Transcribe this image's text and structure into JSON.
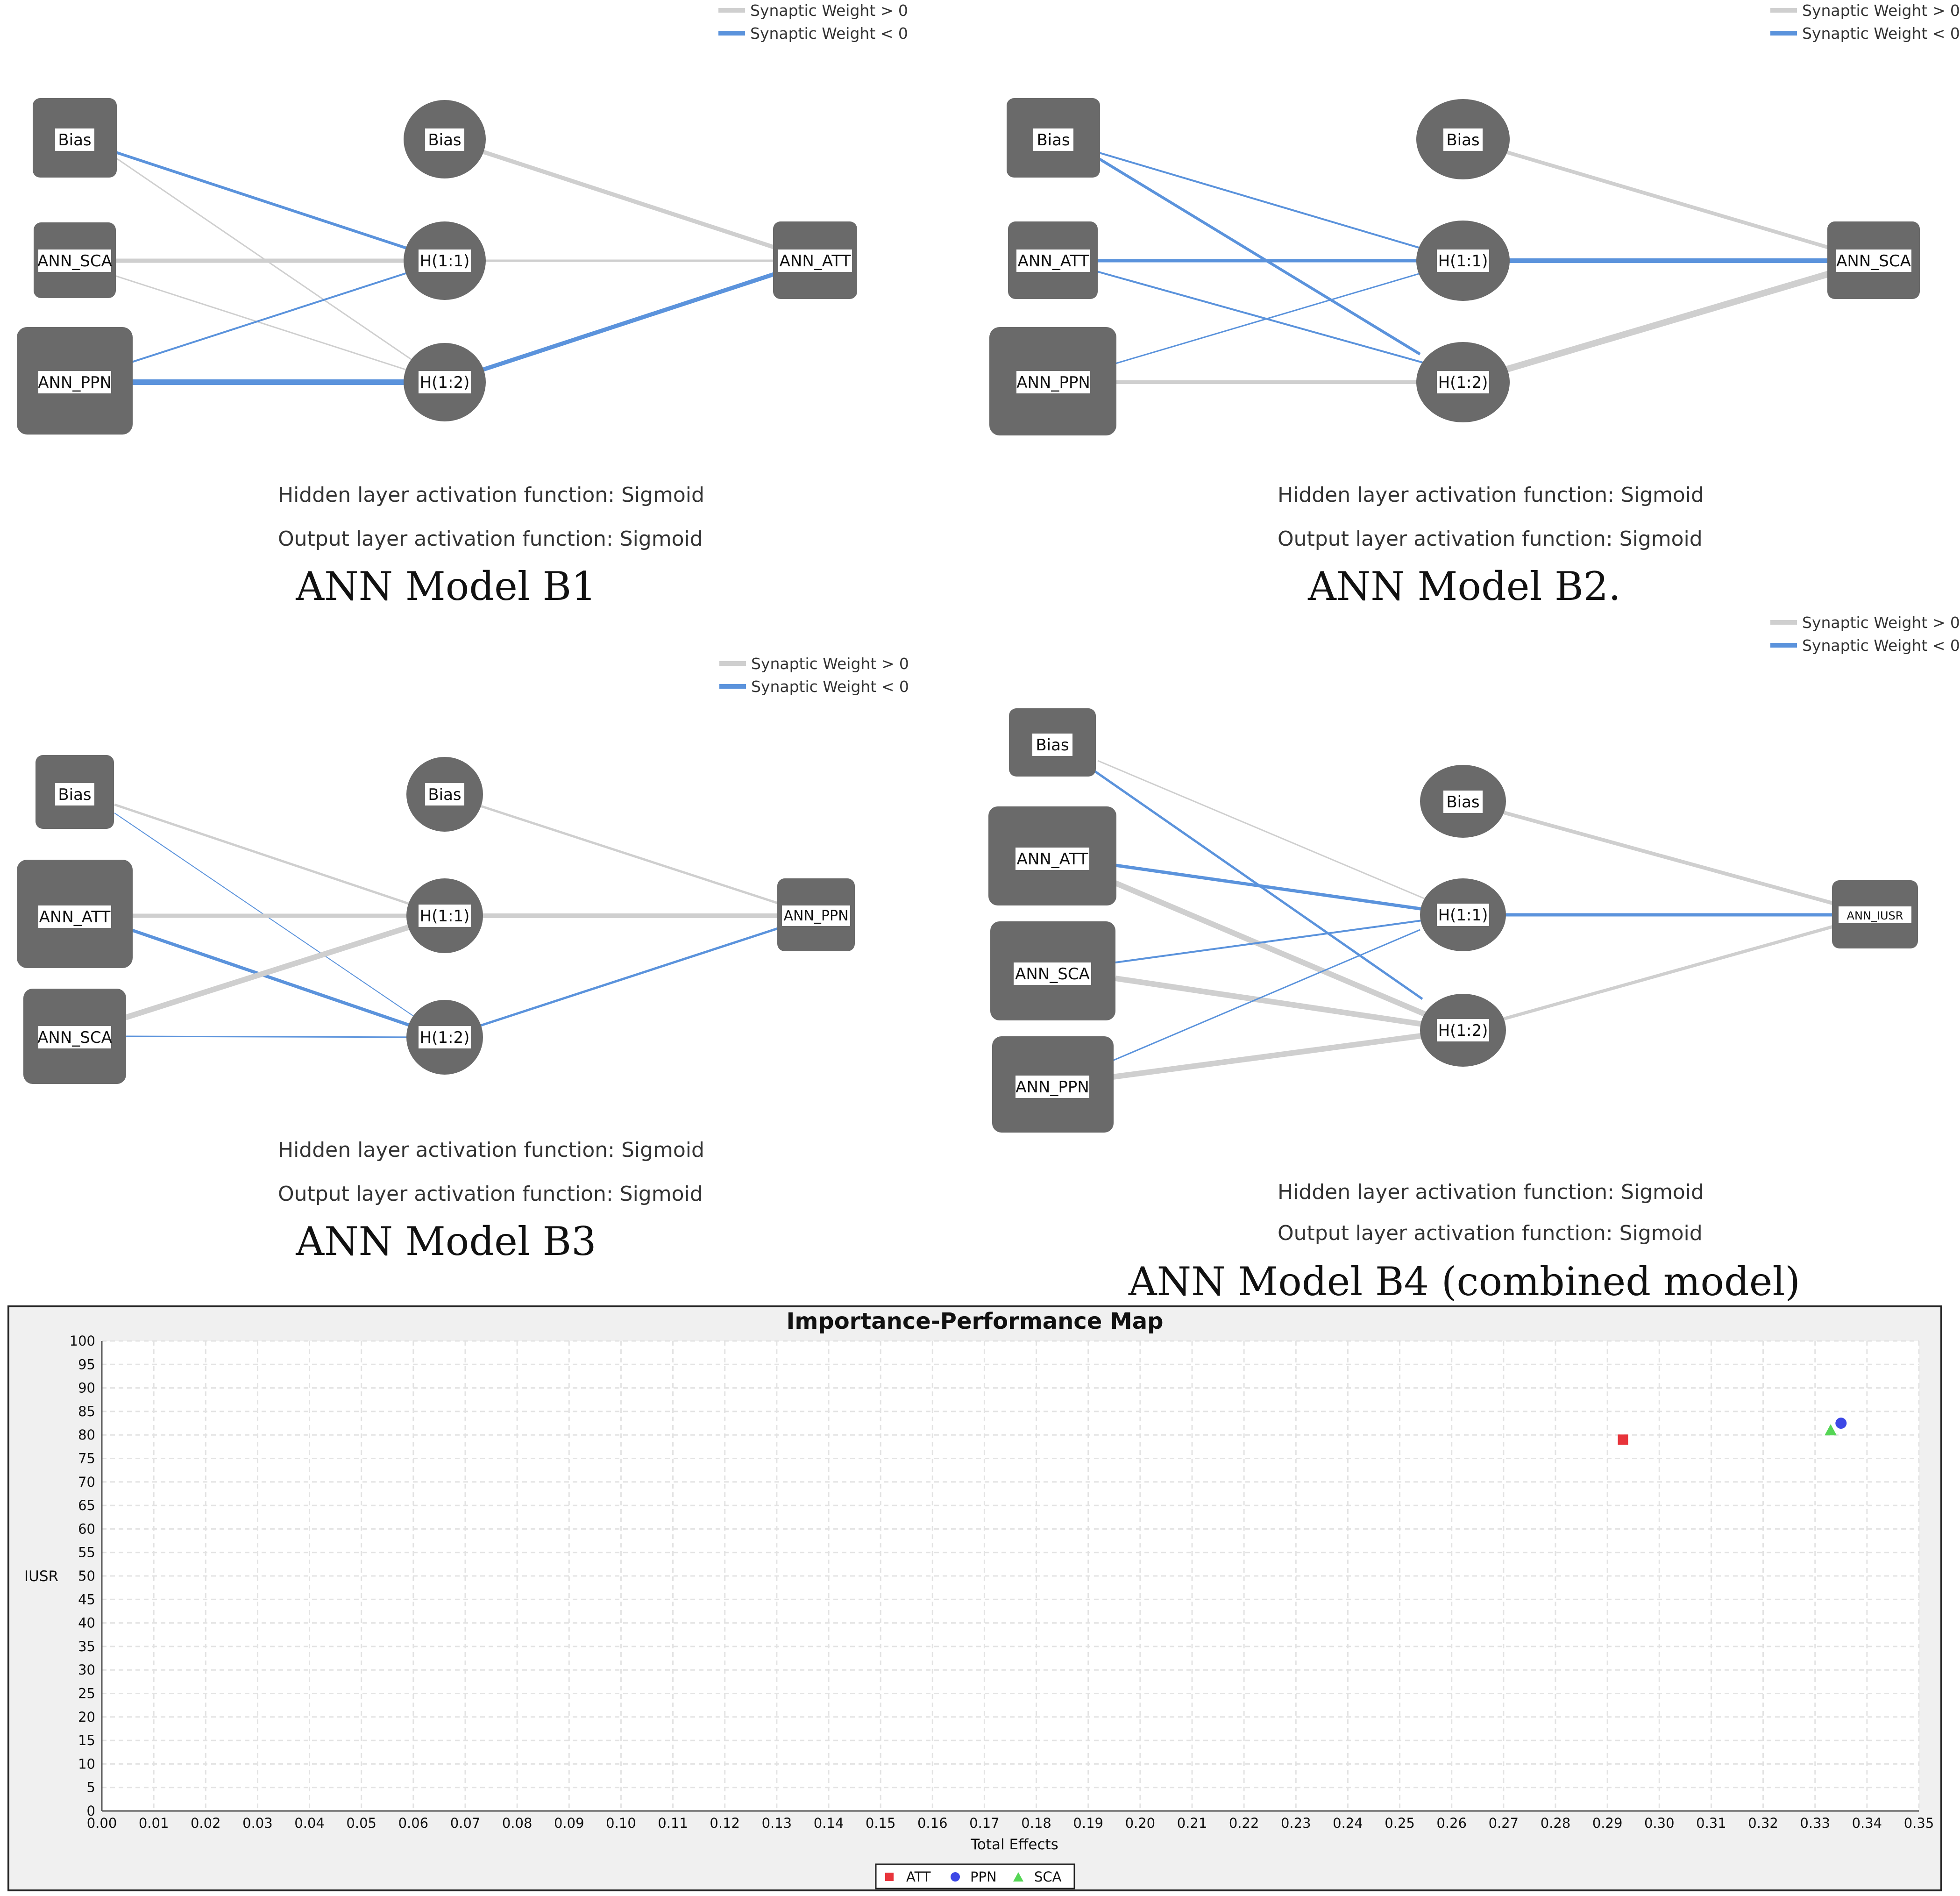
{
  "legend": {
    "positive": "Synaptic Weight > 0",
    "negative": "Synaptic Weight < 0"
  },
  "colors": {
    "node": "#6a6a6a",
    "positive_weight": "#cfcfcf",
    "negative_weight": "#5b93dc"
  },
  "models": [
    {
      "caption": "ANN Model B1",
      "hidden_activation": "Hidden layer activation function: Sigmoid",
      "output_activation": "Output layer activation function: Sigmoid",
      "inputs": [
        "Bias",
        "ANN_SCA",
        "ANN_PPN"
      ],
      "hidden": [
        "Bias",
        "H(1:1)",
        "H(1:2)"
      ],
      "output": "ANN_ATT",
      "connections": [
        {
          "from": "Bias",
          "to": "H(1:1)",
          "sign": "negative",
          "weight": 2
        },
        {
          "from": "Bias",
          "to": "H(1:2)",
          "sign": "positive",
          "weight": 1
        },
        {
          "from": "ANN_SCA",
          "to": "H(1:1)",
          "sign": "positive",
          "weight": 2
        },
        {
          "from": "ANN_SCA",
          "to": "H(1:2)",
          "sign": "positive",
          "weight": 1
        },
        {
          "from": "ANN_PPN",
          "to": "H(1:1)",
          "sign": "negative",
          "weight": 1
        },
        {
          "from": "ANN_PPN",
          "to": "H(1:2)",
          "sign": "negative",
          "weight": 3
        },
        {
          "from": "Bias (hidden)",
          "to": "ANN_ATT",
          "sign": "positive",
          "weight": 2
        },
        {
          "from": "H(1:1)",
          "to": "ANN_ATT",
          "sign": "positive",
          "weight": 1
        },
        {
          "from": "H(1:2)",
          "to": "ANN_ATT",
          "sign": "negative",
          "weight": 2
        }
      ]
    },
    {
      "caption": "ANN Model B2.",
      "hidden_activation": "Hidden layer activation function: Sigmoid",
      "output_activation": "Output layer activation function: Sigmoid",
      "inputs": [
        "Bias",
        "ANN_ATT",
        "ANN_PPN"
      ],
      "hidden": [
        "Bias",
        "H(1:1)",
        "H(1:2)"
      ],
      "output": "ANN_SCA",
      "connections": [
        {
          "from": "Bias",
          "to": "H(1:1)",
          "sign": "negative",
          "weight": 1
        },
        {
          "from": "Bias",
          "to": "H(1:2)",
          "sign": "negative",
          "weight": 2
        },
        {
          "from": "ANN_ATT",
          "to": "H(1:1)",
          "sign": "negative",
          "weight": 2
        },
        {
          "from": "ANN_ATT",
          "to": "H(1:2)",
          "sign": "negative",
          "weight": 1
        },
        {
          "from": "ANN_PPN",
          "to": "H(1:1)",
          "sign": "negative",
          "weight": 1
        },
        {
          "from": "ANN_PPN",
          "to": "H(1:2)",
          "sign": "positive",
          "weight": 2
        },
        {
          "from": "Bias (hidden)",
          "to": "ANN_SCA",
          "sign": "positive",
          "weight": 2
        },
        {
          "from": "H(1:1)",
          "to": "ANN_SCA",
          "sign": "negative",
          "weight": 3
        },
        {
          "from": "H(1:2)",
          "to": "ANN_SCA",
          "sign": "positive",
          "weight": 3
        }
      ]
    },
    {
      "caption": "ANN Model B3",
      "hidden_activation": "Hidden layer activation function: Sigmoid",
      "output_activation": "Output layer activation function: Sigmoid",
      "inputs": [
        "Bias",
        "ANN_ATT",
        "ANN_SCA"
      ],
      "hidden": [
        "Bias",
        "H(1:1)",
        "H(1:2)"
      ],
      "output": "ANN_PPN",
      "connections": [
        {
          "from": "Bias",
          "to": "H(1:1)",
          "sign": "positive",
          "weight": 1
        },
        {
          "from": "Bias",
          "to": "H(1:2)",
          "sign": "negative",
          "weight": 1
        },
        {
          "from": "ANN_ATT",
          "to": "H(1:1)",
          "sign": "positive",
          "weight": 2
        },
        {
          "from": "ANN_ATT",
          "to": "H(1:2)",
          "sign": "negative",
          "weight": 2
        },
        {
          "from": "ANN_SCA",
          "to": "H(1:1)",
          "sign": "positive",
          "weight": 3
        },
        {
          "from": "ANN_SCA",
          "to": "H(1:2)",
          "sign": "negative",
          "weight": 1
        },
        {
          "from": "Bias (hidden)",
          "to": "ANN_PPN",
          "sign": "positive",
          "weight": 1
        },
        {
          "from": "H(1:1)",
          "to": "ANN_PPN",
          "sign": "positive",
          "weight": 3
        },
        {
          "from": "H(1:2)",
          "to": "ANN_PPN",
          "sign": "negative",
          "weight": 2
        }
      ]
    },
    {
      "caption": "ANN Model B4 (combined model)",
      "hidden_activation": "Hidden layer activation function: Sigmoid",
      "output_activation": "Output layer activation function: Sigmoid",
      "inputs": [
        "Bias",
        "ANN_ATT",
        "ANN_SCA",
        "ANN_PPN"
      ],
      "hidden": [
        "Bias",
        "H(1:1)",
        "H(1:2)"
      ],
      "output": "ANN_IUSR",
      "connections": [
        {
          "from": "Bias",
          "to": "H(1:1)",
          "sign": "positive",
          "weight": 1
        },
        {
          "from": "Bias",
          "to": "H(1:2)",
          "sign": "negative",
          "weight": 2
        },
        {
          "from": "ANN_ATT",
          "to": "H(1:1)",
          "sign": "negative",
          "weight": 2
        },
        {
          "from": "ANN_ATT",
          "to": "H(1:2)",
          "sign": "positive",
          "weight": 3
        },
        {
          "from": "ANN_SCA",
          "to": "H(1:1)",
          "sign": "negative",
          "weight": 1
        },
        {
          "from": "ANN_SCA",
          "to": "H(1:2)",
          "sign": "positive",
          "weight": 3
        },
        {
          "from": "ANN_PPN",
          "to": "H(1:1)",
          "sign": "negative",
          "weight": 1
        },
        {
          "from": "ANN_PPN",
          "to": "H(1:2)",
          "sign": "positive",
          "weight": 3
        },
        {
          "from": "Bias (hidden)",
          "to": "ANN_IUSR",
          "sign": "positive",
          "weight": 2
        },
        {
          "from": "H(1:1)",
          "to": "ANN_IUSR",
          "sign": "negative",
          "weight": 2
        },
        {
          "from": "H(1:2)",
          "to": "ANN_IUSR",
          "sign": "positive",
          "weight": 2
        }
      ]
    }
  ],
  "chart_data": {
    "type": "scatter",
    "title": "Importance-Performance Map",
    "xlabel": "Total Effects",
    "ylabel": "IUSR",
    "xlim": [
      0,
      0.35
    ],
    "ylim": [
      0,
      100
    ],
    "x_ticks": [
      "0.00",
      "0.01",
      "0.02",
      "0.03",
      "0.04",
      "0.05",
      "0.06",
      "0.07",
      "0.08",
      "0.09",
      "0.10",
      "0.11",
      "0.12",
      "0.13",
      "0.14",
      "0.15",
      "0.16",
      "0.17",
      "0.18",
      "0.19",
      "0.20",
      "0.21",
      "0.22",
      "0.23",
      "0.24",
      "0.25",
      "0.26",
      "0.27",
      "0.28",
      "0.29",
      "0.30",
      "0.31",
      "0.32",
      "0.33",
      "0.34",
      "0.35"
    ],
    "y_ticks": [
      "0",
      "5",
      "10",
      "15",
      "20",
      "25",
      "30",
      "35",
      "40",
      "45",
      "50",
      "55",
      "60",
      "65",
      "70",
      "75",
      "80",
      "85",
      "90",
      "95",
      "100"
    ],
    "grid": true,
    "legend_position": "bottom",
    "series": [
      {
        "name": "ATT",
        "marker": "square",
        "color": "#e8343b",
        "x": 0.293,
        "y": 79
      },
      {
        "name": "PPN",
        "marker": "circle",
        "color": "#3d48e6",
        "x": 0.335,
        "y": 82.5
      },
      {
        "name": "SCA",
        "marker": "triangle",
        "color": "#55d655",
        "x": 0.333,
        "y": 81
      }
    ]
  }
}
